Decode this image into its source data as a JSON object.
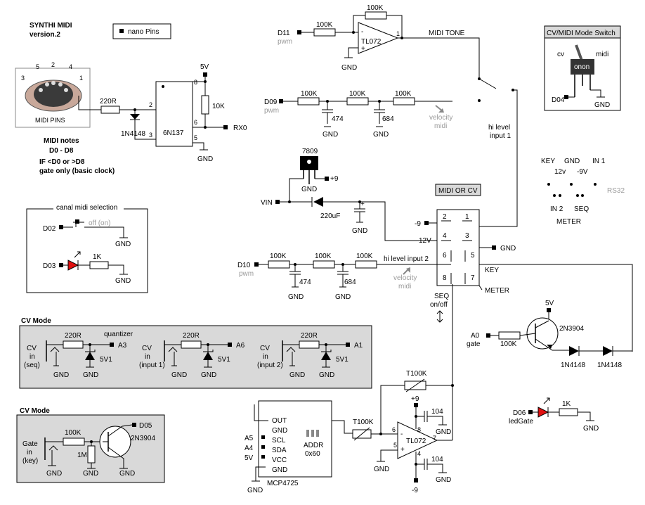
{
  "title": {
    "line1": "SYNTHI MIDI",
    "line2": "version.2"
  },
  "legend": "nano Pins",
  "midi_connector": {
    "label": "MIDI PINS",
    "pins": [
      "5",
      "2",
      "4",
      "3",
      "1"
    ]
  },
  "midi_notes": {
    "line1": "MIDI notes",
    "line2": "D0 - D8",
    "line3": "IF <D0 or >D8",
    "line4": "gate only (basic clock)"
  },
  "optocoupler": {
    "name": "6N137",
    "resistor": "220R",
    "diode": "1N4148",
    "pull": "10K",
    "vcc": "5V",
    "out": "RX0",
    "gnd": "GND",
    "pins": [
      "2",
      "3",
      "8",
      "6",
      "5"
    ]
  },
  "tone_amp": {
    "pin": "D11",
    "pwm": "pwm",
    "r_in": "100K",
    "r_fb": "100K",
    "opamp": "TL072",
    "plus": "+",
    "minus": "-",
    "pin_num": "1",
    "gnd": "GND",
    "output": "MIDI TONE"
  },
  "velocity_filter": {
    "pin": "D09",
    "pwm": "pwm",
    "r1": "100K",
    "r2": "100K",
    "r3": "100K",
    "c1": "474",
    "c2": "684",
    "gnd": "GND",
    "label1": "velocity",
    "label2": "midi"
  },
  "hi_level": {
    "line1": "hi level",
    "line2": "input 1"
  },
  "mode_switch": {
    "title": "CV/MIDI Mode Switch",
    "cv": "cv",
    "midi": "midi",
    "onon": "onon",
    "pin": "D04",
    "gnd": "GND"
  },
  "jack_labels": {
    "key": "KEY",
    "gnd": "GND",
    "in1": "IN 1",
    "v12": "12v",
    "vm9": "-9V",
    "in2": "IN 2",
    "seq": "SEQ",
    "meter": "METER",
    "rs32": "RS32"
  },
  "regulator": {
    "name": "7809",
    "gnd": "GND",
    "out": "+9",
    "vin": "VIN",
    "cap": "220uF",
    "cap_gnd": "GND",
    "plus": "+"
  },
  "midi_or_cv": {
    "title": "MIDI OR CV",
    "pins": [
      "2",
      "1",
      "4",
      "3",
      "6",
      "5",
      "8",
      "7"
    ],
    "m9": "-9",
    "v12": "12V",
    "gnd": "GND",
    "key": "KEY",
    "meter": "METER",
    "seq1": "SEQ",
    "seq2": "on/off"
  },
  "canal": {
    "title": "canal midi selection",
    "pin": "D02",
    "sw": "off (on)",
    "gnd": "GND",
    "led_pin": "D03",
    "r": "1K",
    "gnd2": "GND"
  },
  "d10_filter": {
    "pin": "D10",
    "pwm": "pwm",
    "r1": "100K",
    "r2": "100K",
    "r3": "100K",
    "c1": "474",
    "c2": "684",
    "gnd": "GND",
    "input": "hi level input 2",
    "label1": "velocity",
    "label2": "midi"
  },
  "cv_mode1": {
    "title": "CV Mode",
    "quantizer": "quantizer",
    "channels": [
      {
        "line1": "CV",
        "line2": "in",
        "line3": "(seq)",
        "r": "220R",
        "pin": "A3",
        "zener": "5V1",
        "gnd": "GND"
      },
      {
        "line1": "CV",
        "line2": "in",
        "line3": "(input 1)",
        "r": "220R",
        "pin": "A6",
        "zener": "5V1",
        "gnd": "GND"
      },
      {
        "line1": "CV",
        "line2": "in",
        "line3": "(input 2)",
        "r": "220R",
        "pin": "A1",
        "zener": "5V1",
        "gnd": "GND"
      }
    ]
  },
  "cv_mode2": {
    "title": "CV Mode",
    "line1": "Gate",
    "line2": "in",
    "line3": "(key)",
    "r1": "100K",
    "r2": "1M",
    "transistor": "2N3904",
    "pin": "D05",
    "gnd": "GND"
  },
  "gate_out": {
    "v5": "5V",
    "transistor": "2N3904",
    "pin": "A0",
    "pin_label": "gate",
    "r": "100K",
    "d1": "1N4148",
    "d2": "1N4148"
  },
  "dac": {
    "name": "MCP4725",
    "pins": [
      "OUT",
      "GND",
      "SCL",
      "SDA",
      "VCC",
      "GND"
    ],
    "a5": "A5",
    "a4": "A4",
    "v5": "5V",
    "addr1": "ADDR",
    "addr2": "0x60",
    "gnd": "GND"
  },
  "out_amp": {
    "trim_in": "T100K",
    "trim_fb": "T100K",
    "opamp": "TL072",
    "plus": "+",
    "minus": "-",
    "p6": "6",
    "p5": "5",
    "p8": "8",
    "p7": "7",
    "p4": "4",
    "v9": "+9",
    "vm9": "-9",
    "c1": "104",
    "c2": "104",
    "gnd": "GND"
  },
  "led_gate": {
    "pin": "D06",
    "label": "ledGate",
    "r": "1K",
    "gnd": "GND"
  }
}
